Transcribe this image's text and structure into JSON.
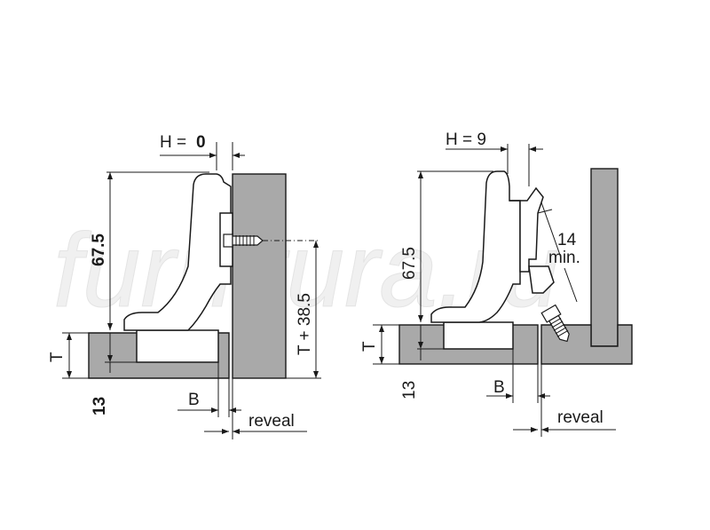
{
  "left": {
    "h_label_prefix": "H =",
    "h_value": "0",
    "height": "67.5",
    "offset": "T + 38.5",
    "t": "T",
    "thirteen": "13",
    "b": "B",
    "reveal": "reveal"
  },
  "right": {
    "h_label": "H = 9",
    "height": "67.5",
    "min_top": "14",
    "min_bottom": "min.",
    "t": "T",
    "thirteen": "13",
    "b": "B",
    "reveal": "reveal"
  },
  "watermark": "furnitura.ru",
  "colors": {
    "panel": "#a9a9a9",
    "line": "#1a1a1a",
    "watermark": "#f2f2f2"
  }
}
